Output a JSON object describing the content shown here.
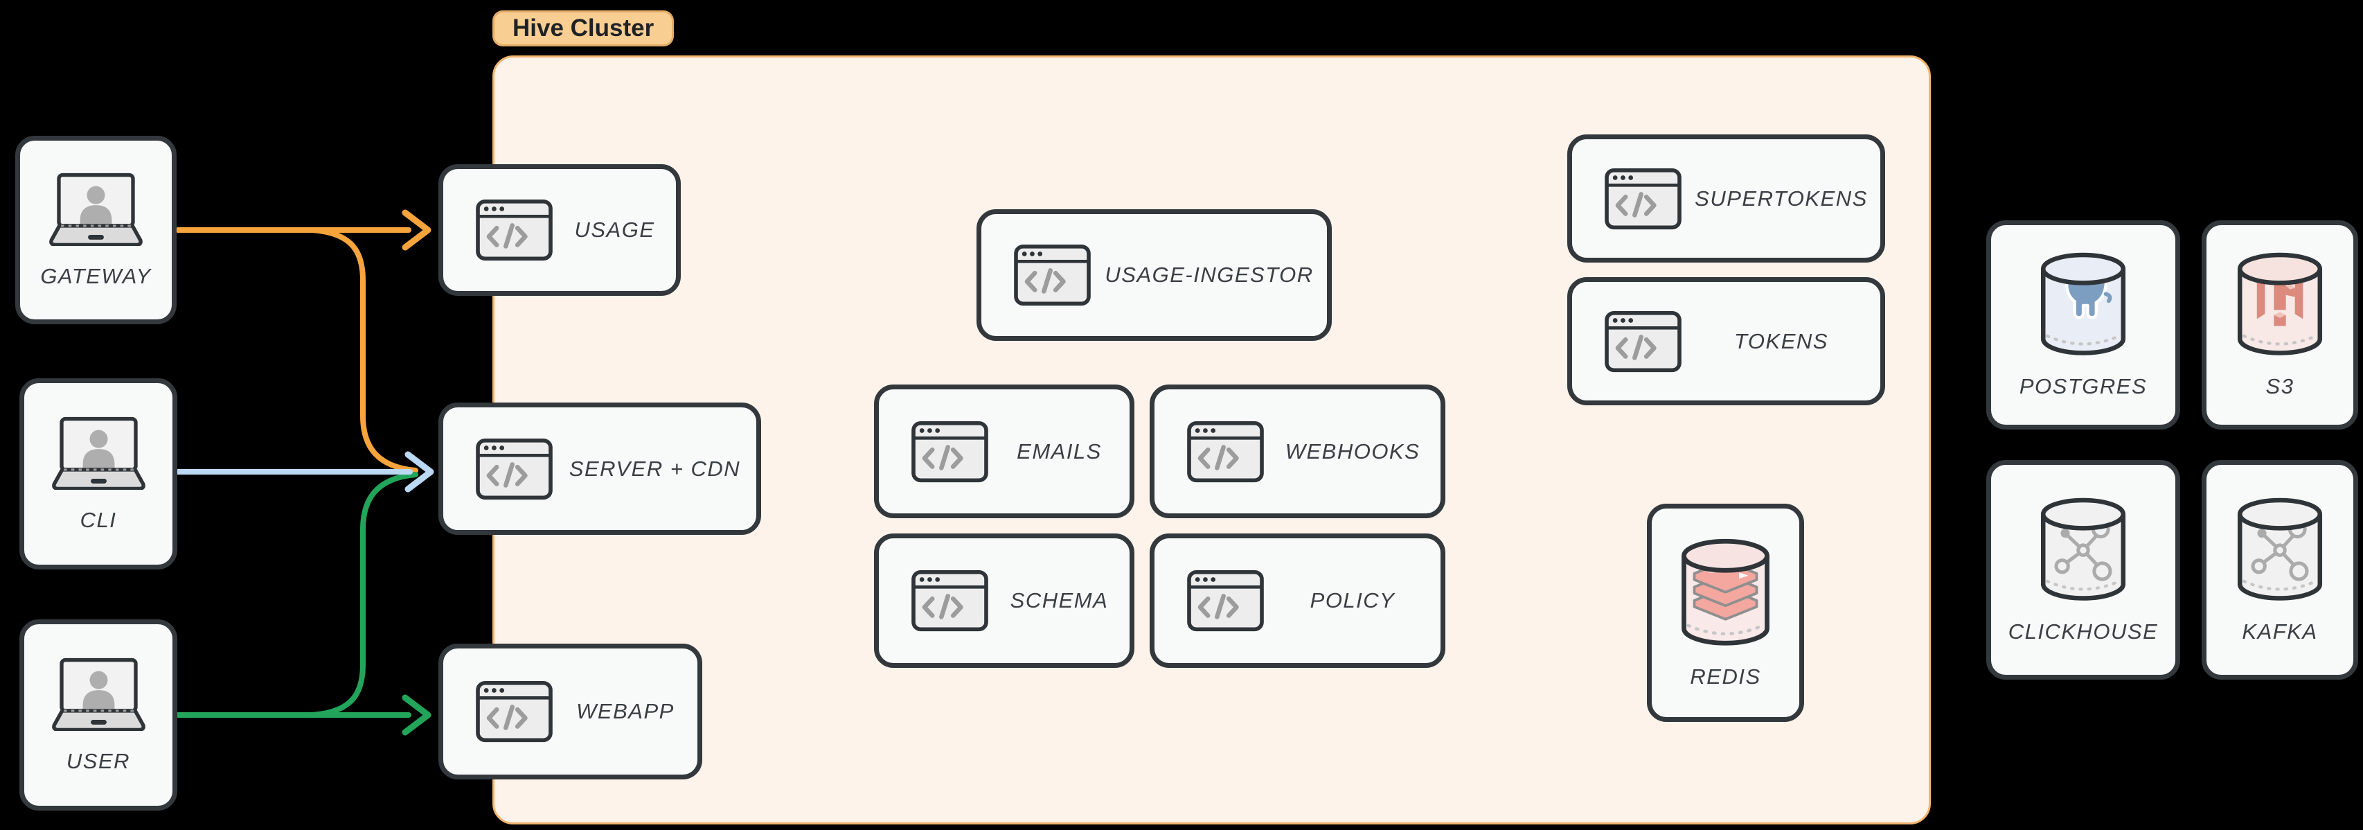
{
  "cluster": {
    "label": "Hive Cluster",
    "fill": "#FDF3EA",
    "border_color": "#F2B46E",
    "badge_fill": "#F8CE92"
  },
  "nodes": {
    "gateway": {
      "label": "GATEWAY",
      "icon": "laptop-user-icon"
    },
    "cli": {
      "label": "CLI",
      "icon": "laptop-user-icon"
    },
    "user": {
      "label": "USER",
      "icon": "laptop-user-icon"
    },
    "usage": {
      "label": "USAGE",
      "icon": "code-window-icon"
    },
    "server_cdn": {
      "label": "SERVER + CDN",
      "icon": "code-window-icon"
    },
    "webapp": {
      "label": "WEBAPP",
      "icon": "code-window-icon"
    },
    "usage_ingestor": {
      "label": "USAGE-INGESTOR",
      "icon": "code-window-icon"
    },
    "emails": {
      "label": "EMAILS",
      "icon": "code-window-icon"
    },
    "webhooks": {
      "label": "WEBHOOKS",
      "icon": "code-window-icon"
    },
    "schema": {
      "label": "SCHEMA",
      "icon": "code-window-icon"
    },
    "policy": {
      "label": "POLICY",
      "icon": "code-window-icon"
    },
    "supertokens": {
      "label": "SUPERTOKENS",
      "icon": "code-window-icon"
    },
    "tokens": {
      "label": "TOKENS",
      "icon": "code-window-icon"
    },
    "redis": {
      "label": "REDIS",
      "icon": "redis-database-icon"
    },
    "postgres": {
      "label": "POSTGRES",
      "icon": "postgres-database-icon"
    },
    "s3": {
      "label": "S3",
      "icon": "s3-database-icon"
    },
    "clickhouse": {
      "label": "CLICKHOUSE",
      "icon": "cluster-database-icon"
    },
    "kafka": {
      "label": "KAFKA",
      "icon": "cluster-database-icon"
    }
  },
  "edges": [
    {
      "from": "GATEWAY",
      "to": "USAGE",
      "color_key": "orange"
    },
    {
      "from": "GATEWAY",
      "to": "SERVER + CDN",
      "color_key": "orange"
    },
    {
      "from": "CLI",
      "to": "SERVER + CDN",
      "color_key": "blue"
    },
    {
      "from": "USER",
      "to": "SERVER + CDN",
      "color_key": "green"
    },
    {
      "from": "USER",
      "to": "WEBAPP",
      "color_key": "green"
    }
  ],
  "colors": {
    "orange": "#F7A43C",
    "blue": "#BBD8F4",
    "green": "#22A55B",
    "node_border": "#33383D",
    "node_fill": "#F8F9F9",
    "label": "#3A3F44"
  }
}
